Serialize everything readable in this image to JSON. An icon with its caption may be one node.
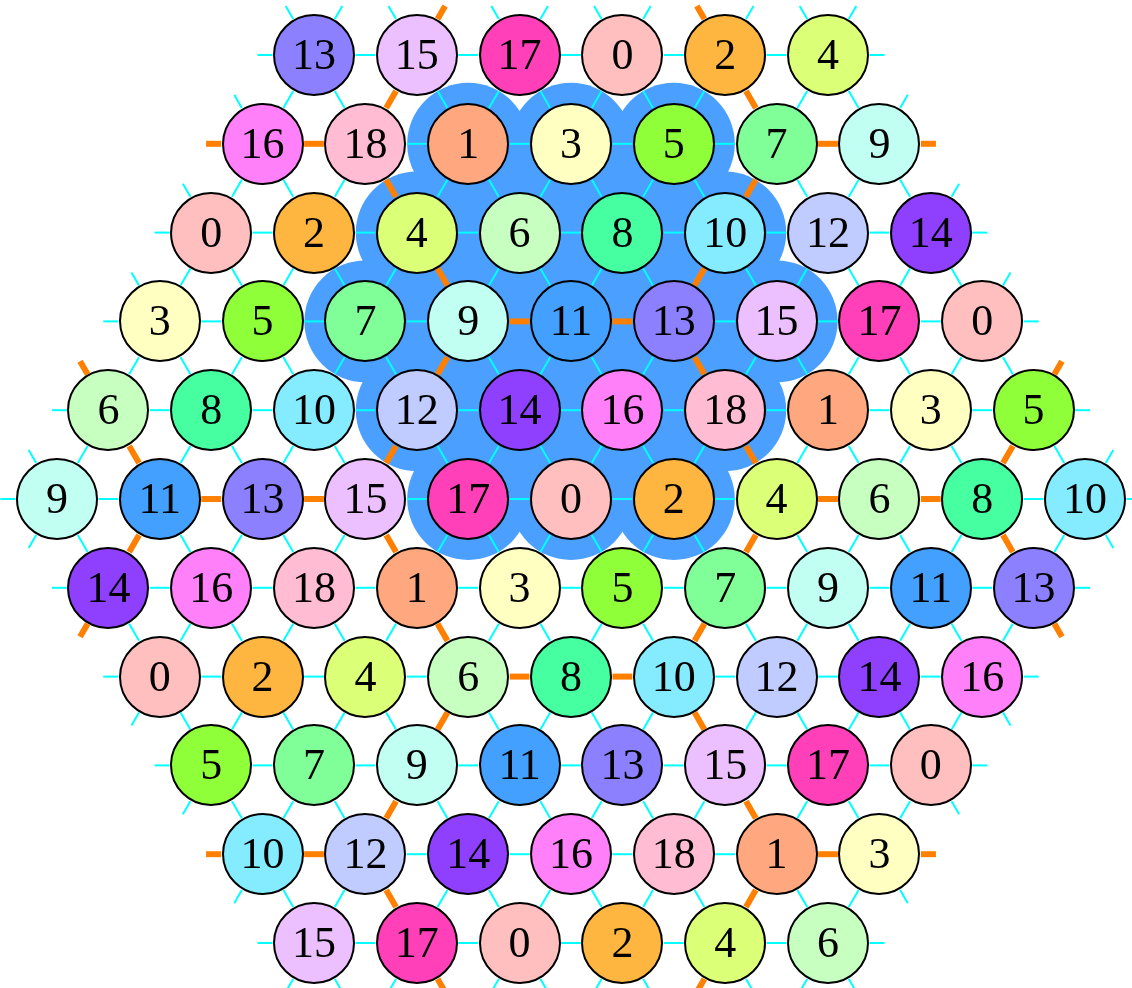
{
  "diagram": {
    "nodes": [
      {
        "text": [
          "13"
        ]
      },
      {
        "text": [
          "15"
        ]
      },
      {
        "text": [
          "17"
        ]
      },
      {
        "text": [
          "0"
        ]
      },
      {
        "text": [
          "2"
        ]
      },
      {
        "text": [
          "4"
        ]
      },
      {
        "text": [
          "16"
        ]
      },
      {
        "text": [
          "18"
        ]
      },
      {
        "text": [
          "1"
        ]
      },
      {
        "text": [
          "3"
        ]
      },
      {
        "text": [
          "5"
        ]
      },
      {
        "text": [
          "7"
        ]
      },
      {
        "text": [
          "9"
        ]
      },
      {
        "text": [
          "0"
        ]
      },
      {
        "text": [
          "2"
        ]
      },
      {
        "text": [
          "4"
        ]
      },
      {
        "text": [
          "6"
        ]
      },
      {
        "text": [
          "8"
        ]
      },
      {
        "text": [
          "10"
        ]
      },
      {
        "text": [
          "12"
        ]
      },
      {
        "text": [
          "14"
        ]
      },
      {
        "text": [
          "3"
        ]
      },
      {
        "text": [
          "5"
        ]
      },
      {
        "text": [
          "7"
        ]
      },
      {
        "text": [
          "9"
        ]
      },
      {
        "text": [
          "11"
        ]
      },
      {
        "text": [
          "13"
        ]
      },
      {
        "text": [
          "15"
        ]
      },
      {
        "text": [
          "17"
        ]
      },
      {
        "text": [
          "0"
        ]
      },
      {
        "text": [
          "6"
        ]
      },
      {
        "text": [
          "8"
        ]
      },
      {
        "text": [
          "10"
        ]
      },
      {
        "text": [
          "12"
        ]
      },
      {
        "text": [
          "14"
        ]
      },
      {
        "text": [
          "16"
        ]
      },
      {
        "text": [
          "18"
        ]
      },
      {
        "text": [
          "1"
        ]
      },
      {
        "text": [
          "3"
        ]
      },
      {
        "text": [
          "5"
        ]
      },
      {
        "text": [
          "9"
        ]
      },
      {
        "text": [
          "11"
        ]
      },
      {
        "text": [
          "13"
        ]
      },
      {
        "text": [
          "15"
        ]
      },
      {
        "text": [
          "17"
        ]
      },
      {
        "text": [
          "0"
        ]
      },
      {
        "text": [
          "2"
        ]
      },
      {
        "text": [
          "4"
        ]
      },
      {
        "text": [
          "6"
        ]
      },
      {
        "text": [
          "8"
        ]
      },
      {
        "text": [
          "10"
        ]
      },
      {
        "text": [
          "14"
        ]
      },
      {
        "text": [
          "16"
        ]
      },
      {
        "text": [
          "18"
        ]
      },
      {
        "text": [
          "1"
        ]
      },
      {
        "text": [
          "3"
        ]
      },
      {
        "text": [
          "5"
        ]
      },
      {
        "text": [
          "7"
        ]
      },
      {
        "text": [
          "9"
        ]
      },
      {
        "text": [
          "11"
        ]
      },
      {
        "text": [
          "13"
        ]
      },
      {
        "text": [
          "0"
        ]
      },
      {
        "text": [
          "2"
        ]
      },
      {
        "text": [
          "4"
        ]
      },
      {
        "text": [
          "6"
        ]
      },
      {
        "text": [
          "8"
        ]
      },
      {
        "text": [
          "10"
        ]
      },
      {
        "text": [
          "12"
        ]
      },
      {
        "text": [
          "14"
        ]
      },
      {
        "text": [
          "16"
        ]
      },
      {
        "text": [
          "5"
        ]
      },
      {
        "text": [
          "7"
        ]
      },
      {
        "text": [
          "9"
        ]
      },
      {
        "text": [
          "11"
        ]
      },
      {
        "text": [
          "13"
        ]
      },
      {
        "text": [
          "15"
        ]
      },
      {
        "text": [
          "17"
        ]
      },
      {
        "text": [
          "0"
        ]
      },
      {
        "text": [
          "10"
        ]
      },
      {
        "text": [
          "12"
        ]
      },
      {
        "text": [
          "14"
        ]
      },
      {
        "text": [
          "16"
        ]
      },
      {
        "text": [
          "18"
        ]
      },
      {
        "text": [
          "1"
        ]
      },
      {
        "text": [
          "3"
        ]
      },
      {
        "text": [
          "15"
        ]
      },
      {
        "text": [
          "17"
        ]
      },
      {
        "text": [
          "0"
        ]
      },
      {
        "text": [
          "2"
        ]
      },
      {
        "text": [
          "4"
        ]
      },
      {
        "text": [
          "6"
        ]
      }
    ],
    "edges": [
      {
        "from": 0,
        "to": null,
        "arrow": "none"
      },
      {
        "from": 0,
        "to": null,
        "arrow": "none"
      },
      {
        "from": 0,
        "to": null,
        "arrow": "none"
      },
      {
        "from": 0,
        "to": 1,
        "arrow": "none"
      },
      {
        "from": 0,
        "to": 6,
        "arrow": "none"
      },
      {
        "from": 0,
        "to": 7,
        "arrow": "none"
      },
      {
        "from": 1,
        "to": null,
        "arrow": "none"
      },
      {
        "from": 1,
        "to": null,
        "arrow": "none",
        "style": "thick",
        "color": "#ff8000"
      },
      {
        "from": 1,
        "to": 2,
        "arrow": "none"
      },
      {
        "from": 1,
        "to": 7,
        "arrow": "none",
        "style": "thick",
        "color": "#ff8000"
      },
      {
        "from": 1,
        "to": 8,
        "arrow": "none"
      },
      {
        "from": 2,
        "to": null,
        "arrow": "none"
      },
      {
        "from": 2,
        "to": null,
        "arrow": "none"
      },
      {
        "from": 2,
        "to": 3,
        "arrow": "none"
      },
      {
        "from": 2,
        "to": 8,
        "arrow": "none"
      },
      {
        "from": 2,
        "to": 9,
        "arrow": "none"
      },
      {
        "from": 3,
        "to": null,
        "arrow": "none"
      },
      {
        "from": 3,
        "to": null,
        "arrow": "none"
      },
      {
        "from": 3,
        "to": 4,
        "arrow": "none"
      },
      {
        "from": 3,
        "to": 9,
        "arrow": "none"
      },
      {
        "from": 3,
        "to": 10,
        "arrow": "none"
      },
      {
        "from": 4,
        "to": null,
        "arrow": "none",
        "style": "thick",
        "color": "#ff8000"
      },
      {
        "from": 4,
        "to": null,
        "arrow": "none"
      },
      {
        "from": 4,
        "to": 5,
        "arrow": "none"
      },
      {
        "from": 4,
        "to": 10,
        "arrow": "none"
      },
      {
        "from": 4,
        "to": 11,
        "arrow": "none",
        "style": "thick",
        "color": "#ff8000"
      },
      {
        "from": 5,
        "to": null,
        "arrow": "none"
      },
      {
        "from": 5,
        "to": null,
        "arrow": "none"
      },
      {
        "from": 5,
        "to": null,
        "arrow": "none"
      },
      {
        "from": 5,
        "to": 11,
        "arrow": "none"
      },
      {
        "from": 5,
        "to": 12,
        "arrow": "none"
      },
      {
        "from": 6,
        "to": null,
        "arrow": "none"
      },
      {
        "from": 6,
        "to": null,
        "arrow": "none",
        "style": "thick",
        "color": "#ff8000"
      },
      {
        "from": 6,
        "to": 7,
        "arrow": "none",
        "style": "thick",
        "color": "#ff8000"
      },
      {
        "from": 6,
        "to": 13,
        "arrow": "none"
      },
      {
        "from": 6,
        "to": 14,
        "arrow": "none"
      },
      {
        "from": 7,
        "to": 8,
        "arrow": "none"
      },
      {
        "from": 7,
        "to": 14,
        "arrow": "none"
      },
      {
        "from": 7,
        "to": 15,
        "arrow": "none",
        "style": "thick",
        "color": "#ff8000"
      },
      {
        "from": 8,
        "to": 9,
        "arrow": "none"
      },
      {
        "from": 8,
        "to": 15,
        "arrow": "none"
      },
      {
        "from": 8,
        "to": 16,
        "arrow": "none"
      },
      {
        "from": 9,
        "to": 10,
        "arrow": "none"
      },
      {
        "from": 9,
        "to": 16,
        "arrow": "none"
      },
      {
        "from": 9,
        "to": 17,
        "arrow": "none"
      },
      {
        "from": 10,
        "to": 11,
        "arrow": "none"
      },
      {
        "from": 10,
        "to": 17,
        "arrow": "none"
      },
      {
        "from": 10,
        "to": 18,
        "arrow": "none"
      },
      {
        "from": 11,
        "to": 12,
        "arrow": "none",
        "style": "thick",
        "color": "#ff8000"
      },
      {
        "from": 11,
        "to": 18,
        "arrow": "none",
        "style": "thick",
        "color": "#ff8000"
      },
      {
        "from": 11,
        "to": 19,
        "arrow": "none"
      },
      {
        "from": 12,
        "to": null,
        "arrow": "none"
      },
      {
        "from": 12,
        "to": null,
        "arrow": "none",
        "style": "thick",
        "color": "#ff8000"
      },
      {
        "from": 12,
        "to": 19,
        "arrow": "none"
      },
      {
        "from": 12,
        "to": 20,
        "arrow": "none"
      },
      {
        "from": 13,
        "to": null,
        "arrow": "none"
      },
      {
        "from": 13,
        "to": null,
        "arrow": "none"
      },
      {
        "from": 13,
        "to": 14,
        "arrow": "none"
      },
      {
        "from": 13,
        "to": 21,
        "arrow": "none"
      },
      {
        "from": 13,
        "to": 22,
        "arrow": "none"
      },
      {
        "from": 14,
        "to": 15,
        "arrow": "none"
      },
      {
        "from": 14,
        "to": 22,
        "arrow": "none"
      },
      {
        "from": 14,
        "to": 23,
        "arrow": "none"
      },
      {
        "from": 15,
        "to": 16,
        "arrow": "none"
      },
      {
        "from": 15,
        "to": 23,
        "arrow": "none"
      },
      {
        "from": 15,
        "to": 24,
        "arrow": "none",
        "style": "thick",
        "color": "#ff8000"
      },
      {
        "from": 16,
        "to": 17,
        "arrow": "none"
      },
      {
        "from": 16,
        "to": 24,
        "arrow": "none"
      },
      {
        "from": 16,
        "to": 25,
        "arrow": "none"
      },
      {
        "from": 17,
        "to": 18,
        "arrow": "none"
      },
      {
        "from": 17,
        "to": 25,
        "arrow": "none"
      },
      {
        "from": 17,
        "to": 26,
        "arrow": "none"
      },
      {
        "from": 18,
        "to": 19,
        "arrow": "none"
      },
      {
        "from": 18,
        "to": 26,
        "arrow": "none",
        "style": "thick",
        "color": "#ff8000"
      },
      {
        "from": 18,
        "to": 27,
        "arrow": "none"
      },
      {
        "from": 19,
        "to": 20,
        "arrow": "none"
      },
      {
        "from": 19,
        "to": 27,
        "arrow": "none"
      },
      {
        "from": 19,
        "to": 28,
        "arrow": "none"
      },
      {
        "from": 20,
        "to": null,
        "arrow": "none"
      },
      {
        "from": 20,
        "to": null,
        "arrow": "none"
      },
      {
        "from": 20,
        "to": 28,
        "arrow": "none"
      },
      {
        "from": 20,
        "to": 29,
        "arrow": "none"
      },
      {
        "from": 21,
        "to": null,
        "arrow": "none"
      },
      {
        "from": 21,
        "to": null,
        "arrow": "none"
      },
      {
        "from": 21,
        "to": 22,
        "arrow": "none"
      },
      {
        "from": 21,
        "to": 30,
        "arrow": "none"
      },
      {
        "from": 21,
        "to": 31,
        "arrow": "none"
      },
      {
        "from": 22,
        "to": 23,
        "arrow": "none"
      },
      {
        "from": 22,
        "to": 31,
        "arrow": "none"
      },
      {
        "from": 22,
        "to": 32,
        "arrow": "none"
      },
      {
        "from": 23,
        "to": 24,
        "arrow": "none"
      },
      {
        "from": 23,
        "to": 32,
        "arrow": "none"
      },
      {
        "from": 23,
        "to": 33,
        "arrow": "none"
      },
      {
        "from": 24,
        "to": 25,
        "arrow": "none",
        "style": "thick",
        "color": "#ff8000"
      },
      {
        "from": 24,
        "to": 33,
        "arrow": "none",
        "style": "thick",
        "color": "#ff8000"
      },
      {
        "from": 24,
        "to": 34,
        "arrow": "none"
      },
      {
        "from": 25,
        "to": 26,
        "arrow": "none",
        "style": "thick",
        "color": "#ff8000"
      },
      {
        "from": 25,
        "to": 34,
        "arrow": "none"
      },
      {
        "from": 25,
        "to": 35,
        "arrow": "none"
      },
      {
        "from": 26,
        "to": 27,
        "arrow": "none"
      },
      {
        "from": 26,
        "to": 35,
        "arrow": "none"
      },
      {
        "from": 26,
        "to": 36,
        "arrow": "none",
        "style": "thick",
        "color": "#ff8000"
      },
      {
        "from": 27,
        "to": 28,
        "arrow": "none"
      },
      {
        "from": 27,
        "to": 36,
        "arrow": "none"
      },
      {
        "from": 27,
        "to": 37,
        "arrow": "none"
      },
      {
        "from": 28,
        "to": 29,
        "arrow": "none"
      },
      {
        "from": 28,
        "to": 37,
        "arrow": "none"
      },
      {
        "from": 28,
        "to": 38,
        "arrow": "none"
      },
      {
        "from": 29,
        "to": null,
        "arrow": "none"
      },
      {
        "from": 29,
        "to": null,
        "arrow": "none"
      },
      {
        "from": 29,
        "to": 38,
        "arrow": "none"
      },
      {
        "from": 29,
        "to": 39,
        "arrow": "none"
      },
      {
        "from": 30,
        "to": null,
        "arrow": "none",
        "style": "thick",
        "color": "#ff8000"
      },
      {
        "from": 30,
        "to": null,
        "arrow": "none"
      },
      {
        "from": 30,
        "to": 31,
        "arrow": "none"
      },
      {
        "from": 30,
        "to": 40,
        "arrow": "none"
      },
      {
        "from": 30,
        "to": 41,
        "arrow": "none",
        "style": "thick",
        "color": "#ff8000"
      },
      {
        "from": 31,
        "to": 32,
        "arrow": "none"
      },
      {
        "from": 31,
        "to": 41,
        "arrow": "none"
      },
      {
        "from": 31,
        "to": 42,
        "arrow": "none"
      },
      {
        "from": 32,
        "to": 33,
        "arrow": "none"
      },
      {
        "from": 32,
        "to": 42,
        "arrow": "none"
      },
      {
        "from": 32,
        "to": 43,
        "arrow": "none"
      },
      {
        "from": 33,
        "to": 34,
        "arrow": "none"
      },
      {
        "from": 33,
        "to": 43,
        "arrow": "none",
        "style": "thick",
        "color": "#ff8000"
      },
      {
        "from": 33,
        "to": 44,
        "arrow": "none"
      },
      {
        "from": 34,
        "to": 35,
        "arrow": "none"
      },
      {
        "from": 34,
        "to": 44,
        "arrow": "none"
      },
      {
        "from": 34,
        "to": 45,
        "arrow": "none"
      },
      {
        "from": 35,
        "to": 36,
        "arrow": "none"
      },
      {
        "from": 35,
        "to": 45,
        "arrow": "none"
      },
      {
        "from": 35,
        "to": 46,
        "arrow": "none"
      },
      {
        "from": 36,
        "to": 37,
        "arrow": "none"
      },
      {
        "from": 36,
        "to": 46,
        "arrow": "none"
      },
      {
        "from": 36,
        "to": 47,
        "arrow": "none",
        "style": "thick",
        "color": "#ff8000"
      },
      {
        "from": 37,
        "to": 38,
        "arrow": "none"
      },
      {
        "from": 37,
        "to": 47,
        "arrow": "none"
      },
      {
        "from": 37,
        "to": 48,
        "arrow": "none"
      },
      {
        "from": 38,
        "to": 39,
        "arrow": "none"
      },
      {
        "from": 38,
        "to": 48,
        "arrow": "none"
      },
      {
        "from": 38,
        "to": 49,
        "arrow": "none"
      },
      {
        "from": 39,
        "to": null,
        "arrow": "none",
        "style": "thick",
        "color": "#ff8000"
      },
      {
        "from": 39,
        "to": null,
        "arrow": "none"
      },
      {
        "from": 39,
        "to": 49,
        "arrow": "none",
        "style": "thick",
        "color": "#ff8000"
      },
      {
        "from": 39,
        "to": 50,
        "arrow": "none"
      },
      {
        "from": 40,
        "to": null,
        "arrow": "none"
      },
      {
        "from": 40,
        "to": null,
        "arrow": "none"
      },
      {
        "from": 40,
        "to": null,
        "arrow": "none"
      },
      {
        "from": 40,
        "to": 41,
        "arrow": "none"
      },
      {
        "from": 40,
        "to": 51,
        "arrow": "none"
      },
      {
        "from": 41,
        "to": 42,
        "arrow": "none",
        "style": "thick",
        "color": "#ff8000"
      },
      {
        "from": 41,
        "to": 51,
        "arrow": "none",
        "style": "thick",
        "color": "#ff8000"
      },
      {
        "from": 41,
        "to": 52,
        "arrow": "none"
      },
      {
        "from": 42,
        "to": 43,
        "arrow": "none",
        "style": "thick",
        "color": "#ff8000"
      },
      {
        "from": 42,
        "to": 52,
        "arrow": "none"
      },
      {
        "from": 42,
        "to": 53,
        "arrow": "none"
      },
      {
        "from": 43,
        "to": 44,
        "arrow": "none"
      },
      {
        "from": 43,
        "to": 53,
        "arrow": "none"
      },
      {
        "from": 43,
        "to": 54,
        "arrow": "none",
        "style": "thick",
        "color": "#ff8000"
      },
      {
        "from": 44,
        "to": 45,
        "arrow": "none"
      },
      {
        "from": 44,
        "to": 54,
        "arrow": "none"
      },
      {
        "from": 44,
        "to": 55,
        "arrow": "none"
      },
      {
        "from": 45,
        "to": 46,
        "arrow": "none"
      },
      {
        "from": 45,
        "to": 55,
        "arrow": "none"
      },
      {
        "from": 45,
        "to": 56,
        "arrow": "none"
      },
      {
        "from": 46,
        "to": 47,
        "arrow": "none"
      },
      {
        "from": 46,
        "to": 56,
        "arrow": "none"
      },
      {
        "from": 46,
        "to": 57,
        "arrow": "none"
      },
      {
        "from": 47,
        "to": 48,
        "arrow": "none",
        "style": "thick",
        "color": "#ff8000"
      },
      {
        "from": 47,
        "to": 57,
        "arrow": "none",
        "style": "thick",
        "color": "#ff8000"
      },
      {
        "from": 47,
        "to": 58,
        "arrow": "none"
      },
      {
        "from": 48,
        "to": 49,
        "arrow": "none",
        "style": "thick",
        "color": "#ff8000"
      },
      {
        "from": 48,
        "to": 58,
        "arrow": "none"
      },
      {
        "from": 48,
        "to": 59,
        "arrow": "none"
      },
      {
        "from": 49,
        "to": 50,
        "arrow": "none"
      },
      {
        "from": 49,
        "to": 59,
        "arrow": "none"
      },
      {
        "from": 49,
        "to": 60,
        "arrow": "none",
        "style": "thick",
        "color": "#ff8000"
      },
      {
        "from": 50,
        "to": null,
        "arrow": "none"
      },
      {
        "from": 50,
        "to": null,
        "arrow": "none"
      },
      {
        "from": 50,
        "to": null,
        "arrow": "none"
      },
      {
        "from": 50,
        "to": 60,
        "arrow": "none"
      },
      {
        "from": 51,
        "to": null,
        "arrow": "none"
      },
      {
        "from": 51,
        "to": null,
        "arrow": "none",
        "style": "thick",
        "color": "#ff8000"
      },
      {
        "from": 51,
        "to": 52,
        "arrow": "none"
      },
      {
        "from": 51,
        "to": 61,
        "arrow": "none"
      },
      {
        "from": 52,
        "to": 53,
        "arrow": "none"
      },
      {
        "from": 52,
        "to": 61,
        "arrow": "none"
      },
      {
        "from": 52,
        "to": 62,
        "arrow": "none"
      },
      {
        "from": 53,
        "to": 54,
        "arrow": "none"
      },
      {
        "from": 53,
        "to": 62,
        "arrow": "none"
      },
      {
        "from": 53,
        "to": 63,
        "arrow": "none"
      },
      {
        "from": 54,
        "to": 55,
        "arrow": "none"
      },
      {
        "from": 54,
        "to": 63,
        "arrow": "none"
      },
      {
        "from": 54,
        "to": 64,
        "arrow": "none",
        "style": "thick",
        "color": "#ff8000"
      },
      {
        "from": 55,
        "to": 56,
        "arrow": "none"
      },
      {
        "from": 55,
        "to": 64,
        "arrow": "none"
      },
      {
        "from": 55,
        "to": 65,
        "arrow": "none"
      },
      {
        "from": 56,
        "to": 57,
        "arrow": "none"
      },
      {
        "from": 56,
        "to": 65,
        "arrow": "none"
      },
      {
        "from": 56,
        "to": 66,
        "arrow": "none"
      },
      {
        "from": 57,
        "to": 58,
        "arrow": "none"
      },
      {
        "from": 57,
        "to": 66,
        "arrow": "none",
        "style": "thick",
        "color": "#ff8000"
      },
      {
        "from": 57,
        "to": 67,
        "arrow": "none"
      },
      {
        "from": 58,
        "to": 59,
        "arrow": "none"
      },
      {
        "from": 58,
        "to": 67,
        "arrow": "none"
      },
      {
        "from": 58,
        "to": 68,
        "arrow": "none"
      },
      {
        "from": 59,
        "to": 60,
        "arrow": "none"
      },
      {
        "from": 59,
        "to": 68,
        "arrow": "none"
      },
      {
        "from": 59,
        "to": 69,
        "arrow": "none"
      },
      {
        "from": 60,
        "to": null,
        "arrow": "none"
      },
      {
        "from": 60,
        "to": null,
        "arrow": "none",
        "style": "thick",
        "color": "#ff8000"
      },
      {
        "from": 60,
        "to": 69,
        "arrow": "none"
      },
      {
        "from": 61,
        "to": null,
        "arrow": "none"
      },
      {
        "from": 61,
        "to": null,
        "arrow": "none"
      },
      {
        "from": 61,
        "to": 62,
        "arrow": "none"
      },
      {
        "from": 61,
        "to": 70,
        "arrow": "none"
      },
      {
        "from": 62,
        "to": 63,
        "arrow": "none"
      },
      {
        "from": 62,
        "to": 70,
        "arrow": "none"
      },
      {
        "from": 62,
        "to": 71,
        "arrow": "none"
      },
      {
        "from": 63,
        "to": 64,
        "arrow": "none"
      },
      {
        "from": 63,
        "to": 71,
        "arrow": "none"
      },
      {
        "from": 63,
        "to": 72,
        "arrow": "none"
      },
      {
        "from": 64,
        "to": 65,
        "arrow": "none",
        "style": "thick",
        "color": "#ff8000"
      },
      {
        "from": 64,
        "to": 72,
        "arrow": "none",
        "style": "thick",
        "color": "#ff8000"
      },
      {
        "from": 64,
        "to": 73,
        "arrow": "none"
      },
      {
        "from": 65,
        "to": 66,
        "arrow": "none",
        "style": "thick",
        "color": "#ff8000"
      },
      {
        "from": 65,
        "to": 73,
        "arrow": "none"
      },
      {
        "from": 65,
        "to": 74,
        "arrow": "none"
      },
      {
        "from": 66,
        "to": 67,
        "arrow": "none"
      },
      {
        "from": 66,
        "to": 74,
        "arrow": "none"
      },
      {
        "from": 66,
        "to": 75,
        "arrow": "none",
        "style": "thick",
        "color": "#ff8000"
      },
      {
        "from": 67,
        "to": 68,
        "arrow": "none"
      },
      {
        "from": 67,
        "to": 75,
        "arrow": "none"
      },
      {
        "from": 67,
        "to": 76,
        "arrow": "none"
      },
      {
        "from": 68,
        "to": 69,
        "arrow": "none"
      },
      {
        "from": 68,
        "to": 76,
        "arrow": "none"
      },
      {
        "from": 68,
        "to": 77,
        "arrow": "none"
      },
      {
        "from": 69,
        "to": null,
        "arrow": "none"
      },
      {
        "from": 69,
        "to": null,
        "arrow": "none"
      },
      {
        "from": 69,
        "to": 77,
        "arrow": "none"
      },
      {
        "from": 70,
        "to": null,
        "arrow": "none"
      },
      {
        "from": 70,
        "to": null,
        "arrow": "none"
      },
      {
        "from": 70,
        "to": 71,
        "arrow": "none"
      },
      {
        "from": 70,
        "to": 78,
        "arrow": "none"
      },
      {
        "from": 71,
        "to": 72,
        "arrow": "none"
      },
      {
        "from": 71,
        "to": 78,
        "arrow": "none"
      },
      {
        "from": 71,
        "to": 79,
        "arrow": "none"
      },
      {
        "from": 72,
        "to": 73,
        "arrow": "none"
      },
      {
        "from": 72,
        "to": 79,
        "arrow": "none",
        "style": "thick",
        "color": "#ff8000"
      },
      {
        "from": 72,
        "to": 80,
        "arrow": "none"
      },
      {
        "from": 73,
        "to": 74,
        "arrow": "none"
      },
      {
        "from": 73,
        "to": 80,
        "arrow": "none"
      },
      {
        "from": 73,
        "to": 81,
        "arrow": "none"
      },
      {
        "from": 74,
        "to": 75,
        "arrow": "none"
      },
      {
        "from": 74,
        "to": 81,
        "arrow": "none"
      },
      {
        "from": 74,
        "to": 82,
        "arrow": "none"
      },
      {
        "from": 75,
        "to": 76,
        "arrow": "none"
      },
      {
        "from": 75,
        "to": 82,
        "arrow": "none"
      },
      {
        "from": 75,
        "to": 83,
        "arrow": "none",
        "style": "thick",
        "color": "#ff8000"
      },
      {
        "from": 76,
        "to": 77,
        "arrow": "none"
      },
      {
        "from": 76,
        "to": 83,
        "arrow": "none"
      },
      {
        "from": 76,
        "to": 84,
        "arrow": "none"
      },
      {
        "from": 77,
        "to": null,
        "arrow": "none"
      },
      {
        "from": 77,
        "to": null,
        "arrow": "none"
      },
      {
        "from": 77,
        "to": 84,
        "arrow": "none"
      },
      {
        "from": 78,
        "to": null,
        "arrow": "none",
        "style": "thick",
        "color": "#ff8000"
      },
      {
        "from": 78,
        "to": null,
        "arrow": "none"
      },
      {
        "from": 78,
        "to": 79,
        "arrow": "none",
        "style": "thick",
        "color": "#ff8000"
      },
      {
        "from": 78,
        "to": 85,
        "arrow": "none"
      },
      {
        "from": 79,
        "to": 80,
        "arrow": "none"
      },
      {
        "from": 79,
        "to": 85,
        "arrow": "none"
      },
      {
        "from": 79,
        "to": 86,
        "arrow": "none",
        "style": "thick",
        "color": "#ff8000"
      },
      {
        "from": 80,
        "to": 81,
        "arrow": "none"
      },
      {
        "from": 80,
        "to": 86,
        "arrow": "none"
      },
      {
        "from": 80,
        "to": 87,
        "arrow": "none"
      },
      {
        "from": 81,
        "to": 82,
        "arrow": "none"
      },
      {
        "from": 81,
        "to": 87,
        "arrow": "none"
      },
      {
        "from": 81,
        "to": 88,
        "arrow": "none"
      },
      {
        "from": 82,
        "to": 83,
        "arrow": "none"
      },
      {
        "from": 82,
        "to": 88,
        "arrow": "none"
      },
      {
        "from": 82,
        "to": 89,
        "arrow": "none"
      },
      {
        "from": 83,
        "to": 84,
        "arrow": "none",
        "style": "thick",
        "color": "#ff8000"
      },
      {
        "from": 83,
        "to": 89,
        "arrow": "none",
        "style": "thick",
        "color": "#ff8000"
      },
      {
        "from": 83,
        "to": 90,
        "arrow": "none"
      },
      {
        "from": 84,
        "to": null,
        "arrow": "none",
        "style": "thick",
        "color": "#ff8000"
      },
      {
        "from": 84,
        "to": null,
        "arrow": "none"
      },
      {
        "from": 84,
        "to": 90,
        "arrow": "none"
      },
      {
        "from": 85,
        "to": null,
        "arrow": "none"
      },
      {
        "from": 85,
        "to": null,
        "arrow": "none"
      },
      {
        "from": 85,
        "to": null,
        "arrow": "none"
      },
      {
        "from": 85,
        "to": 86,
        "arrow": "none"
      },
      {
        "from": 86,
        "to": null,
        "arrow": "none"
      },
      {
        "from": 86,
        "to": null,
        "arrow": "none",
        "style": "thick",
        "color": "#ff8000"
      },
      {
        "from": 86,
        "to": 87,
        "arrow": "none"
      },
      {
        "from": 87,
        "to": null,
        "arrow": "none"
      },
      {
        "from": 87,
        "to": null,
        "arrow": "none"
      },
      {
        "from": 87,
        "to": 88,
        "arrow": "none"
      },
      {
        "from": 88,
        "to": null,
        "arrow": "none"
      },
      {
        "from": 88,
        "to": null,
        "arrow": "none"
      },
      {
        "from": 88,
        "to": 89,
        "arrow": "none"
      },
      {
        "from": 89,
        "to": null,
        "arrow": "none",
        "style": "thick",
        "color": "#ff8000"
      },
      {
        "from": 89,
        "to": null,
        "arrow": "none"
      },
      {
        "from": 89,
        "to": 90,
        "arrow": "none"
      },
      {
        "from": 90,
        "to": null,
        "arrow": "none"
      },
      {
        "from": 90,
        "to": null,
        "arrow": "none"
      },
      {
        "from": 90,
        "to": null,
        "arrow": "none"
      }
    ]
  }
}
